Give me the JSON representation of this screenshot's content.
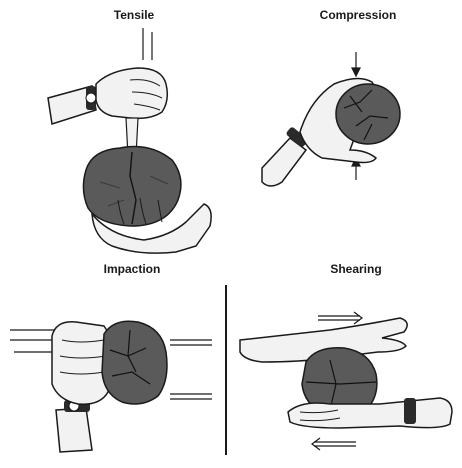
{
  "panels": {
    "tensile": {
      "label": "Tensile"
    },
    "compression": {
      "label": "Compression"
    },
    "impaction": {
      "label": "Impaction"
    },
    "shearing": {
      "label": "Shearing"
    }
  },
  "colors": {
    "ink": "#1a1a1a",
    "skin": "#f2f2f2",
    "soil_clod": "#5a5a5a",
    "soil_clod_light": "#6e6e6e"
  },
  "icons": {
    "tensile": [
      "hand-gripping-icon",
      "soil-clod-icon",
      "watch-icon",
      "upward-arrow-icon"
    ],
    "compression": [
      "hand-squeezing-icon",
      "soil-clod-icon",
      "watch-icon",
      "inward-arrow-icon"
    ],
    "impaction": [
      "fist-icon",
      "soil-clod-icon",
      "watch-icon",
      "motion-line-icon"
    ],
    "shearing": [
      "upper-hand-icon",
      "lower-hand-icon",
      "soil-clod-icon",
      "watch-icon",
      "opposite-arrow-icon"
    ]
  }
}
